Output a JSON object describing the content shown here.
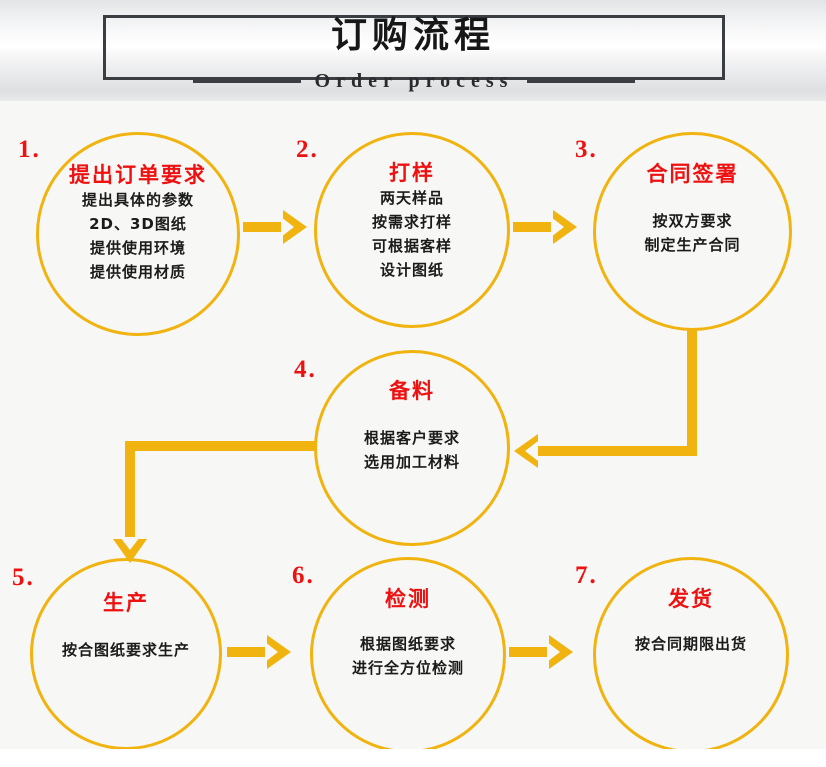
{
  "header": {
    "title_cn": "订购流程",
    "title_en": "Order process"
  },
  "flow": {
    "arrow_color": "#f0b310",
    "title_color": "#ee1111",
    "body_color": "#1b1b1b",
    "steps": [
      {
        "number": "1.",
        "title": "提出订单要求",
        "lines": [
          "提出具体的参数",
          "2D、3D图纸",
          "提供使用环境",
          "提供使用材质"
        ]
      },
      {
        "number": "2.",
        "title": "打样",
        "lines": [
          "两天样品",
          "按需求打样",
          "可根据客样",
          "设计图纸"
        ]
      },
      {
        "number": "3.",
        "title": "合同签署",
        "lines": [
          "按双方要求",
          "制定生产合同"
        ]
      },
      {
        "number": "4.",
        "title": "备料",
        "lines": [
          "根据客户要求",
          "选用加工材料"
        ]
      },
      {
        "number": "5.",
        "title": "生产",
        "lines": [
          "按合图纸要求生产"
        ]
      },
      {
        "number": "6.",
        "title": "检测",
        "lines": [
          "根据图纸要求",
          "进行全方位检测"
        ]
      },
      {
        "number": "7.",
        "title": "发货",
        "lines": [
          "按合同期限出货"
        ]
      }
    ]
  }
}
